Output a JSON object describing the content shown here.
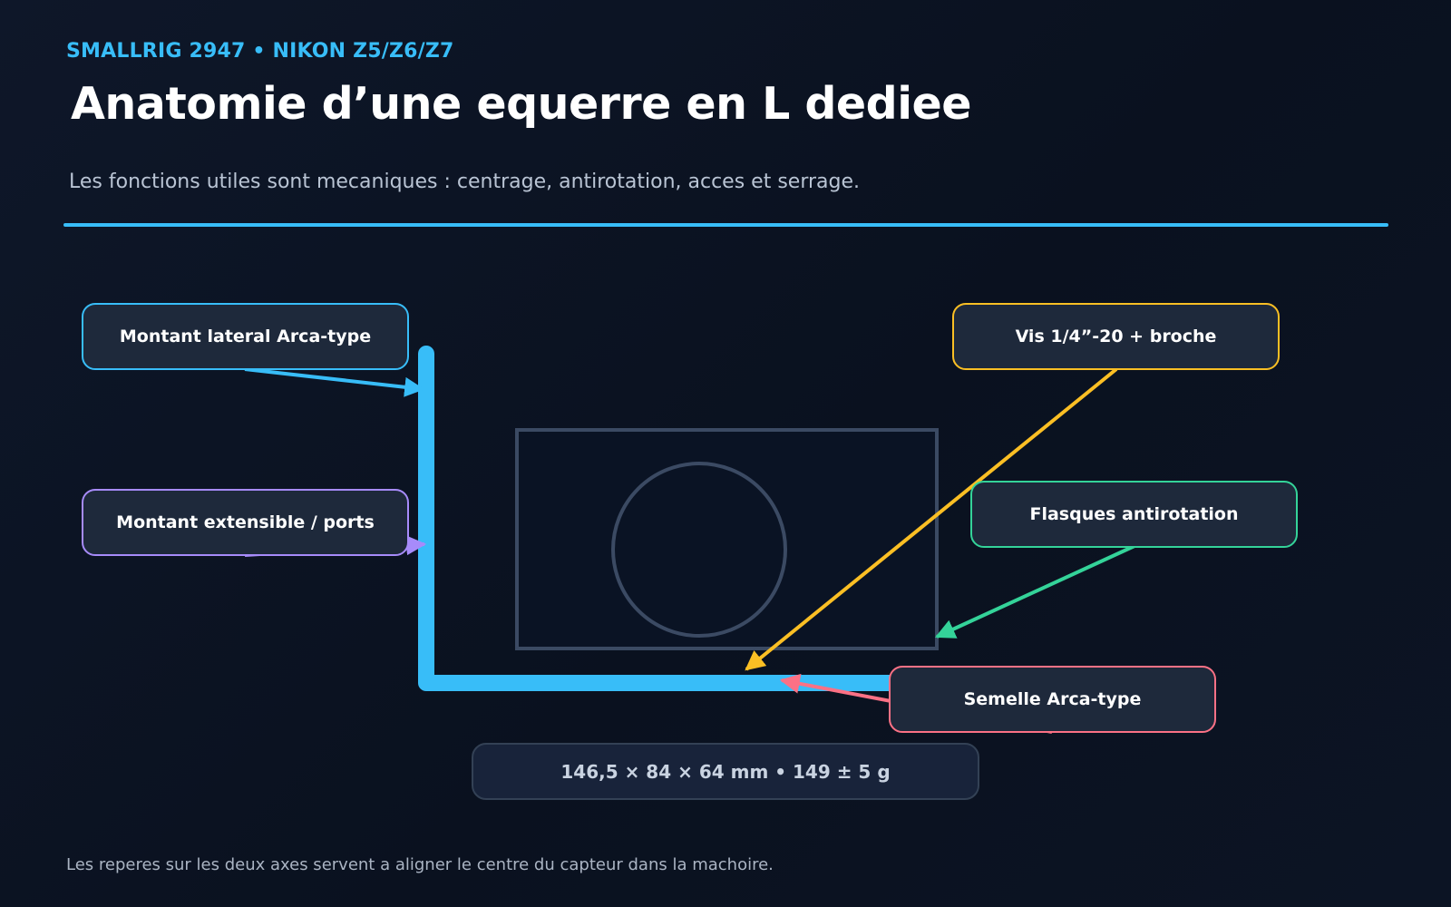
{
  "header": {
    "eyebrow": "SMALLRIG 2947 • NIKON Z5/Z6/Z7",
    "title": "Anatomie d’une equerre en L dediee",
    "subtitle": "Les fonctions utiles sont mecaniques : centrage, antirotation, acces et serrage."
  },
  "callouts": {
    "lateral": "Montant lateral Arca-type",
    "extensible": "Montant extensible / ports",
    "vis": "Vis 1/4”-20 + broche",
    "flasques": "Flasques antirotation",
    "semelle": "Semelle Arca-type"
  },
  "specs": "146,5 × 84 × 64 mm  •  149 ± 5 g",
  "footnote": "Les reperes sur les deux axes servent a aligner le centre du capteur dans la machoire.",
  "colors": {
    "background": "#0b1220",
    "accent_blue": "#38bdf8",
    "accent_purple": "#a78bfa",
    "accent_yellow": "#fbbf24",
    "accent_green": "#34d399",
    "accent_pink": "#fb7185",
    "camera_outline": "#3b4a63"
  }
}
